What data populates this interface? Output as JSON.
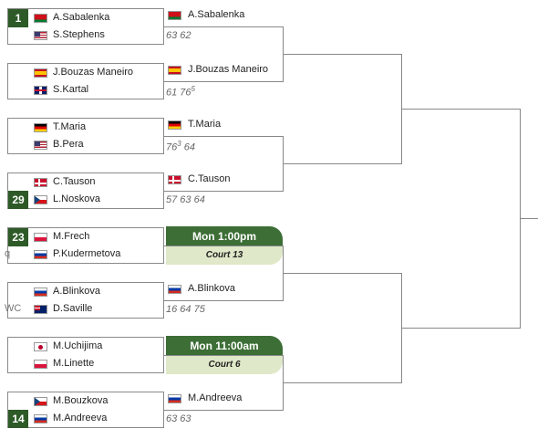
{
  "r1": [
    {
      "top": {
        "seed": "1",
        "entry": "",
        "flag": "f-blr",
        "name": "A.Sabalenka"
      },
      "bot": {
        "seed": "",
        "entry": "",
        "flag": "f-usa",
        "name": "S.Stephens"
      }
    },
    {
      "top": {
        "seed": "",
        "entry": "",
        "flag": "f-esp",
        "name": "J.Bouzas Maneiro"
      },
      "bot": {
        "seed": "",
        "entry": "",
        "flag": "f-gbr",
        "name": "S.Kartal"
      }
    },
    {
      "top": {
        "seed": "",
        "entry": "",
        "flag": "f-ger",
        "name": "T.Maria"
      },
      "bot": {
        "seed": "",
        "entry": "",
        "flag": "f-usa",
        "name": "B.Pera"
      }
    },
    {
      "top": {
        "seed": "",
        "entry": "",
        "flag": "f-den",
        "name": "C.Tauson"
      },
      "bot": {
        "seed": "29",
        "entry": "",
        "flag": "f-cze",
        "name": "L.Noskova"
      }
    },
    {
      "top": {
        "seed": "23",
        "entry": "",
        "flag": "f-pol",
        "name": "M.Frech"
      },
      "bot": {
        "seed": "",
        "entry": "q",
        "flag": "f-rus",
        "name": "P.Kudermetova"
      }
    },
    {
      "top": {
        "seed": "",
        "entry": "",
        "flag": "f-rus",
        "name": "A.Blinkova"
      },
      "bot": {
        "seed": "",
        "entry": "WC",
        "flag": "f-aus",
        "name": "D.Saville"
      }
    },
    {
      "top": {
        "seed": "",
        "entry": "",
        "flag": "f-jpn",
        "name": "M.Uchijima"
      },
      "bot": {
        "seed": "",
        "entry": "",
        "flag": "f-pol",
        "name": "M.Linette"
      }
    },
    {
      "top": {
        "seed": "",
        "entry": "",
        "flag": "f-cze",
        "name": "M.Bouzkova"
      },
      "bot": {
        "seed": "14",
        "entry": "",
        "flag": "f-rus",
        "name": "M.Andreeva"
      }
    }
  ],
  "r2": [
    {
      "type": "result",
      "flag": "f-blr",
      "name": "A.Sabalenka",
      "score": "63 62",
      "score_sup": ""
    },
    {
      "type": "result",
      "flag": "f-esp",
      "name": "J.Bouzas Maneiro",
      "score": "61 76",
      "score_sup": "5"
    },
    {
      "type": "result",
      "flag": "f-ger",
      "name": "T.Maria",
      "score": "76",
      "score_sup": "3",
      "score_tail": " 64"
    },
    {
      "type": "result",
      "flag": "f-den",
      "name": "C.Tauson",
      "score": "57 63 64",
      "score_sup": ""
    },
    {
      "type": "schedule",
      "time": "Mon 1:00pm",
      "court": "Court 13"
    },
    {
      "type": "result",
      "flag": "f-rus",
      "name": "A.Blinkova",
      "score": "16 64 75",
      "score_sup": ""
    },
    {
      "type": "schedule",
      "time": "Mon 11:00am",
      "court": "Court 6"
    },
    {
      "type": "result",
      "flag": "f-rus",
      "name": "M.Andreeva",
      "score": "63 63",
      "score_sup": ""
    }
  ]
}
